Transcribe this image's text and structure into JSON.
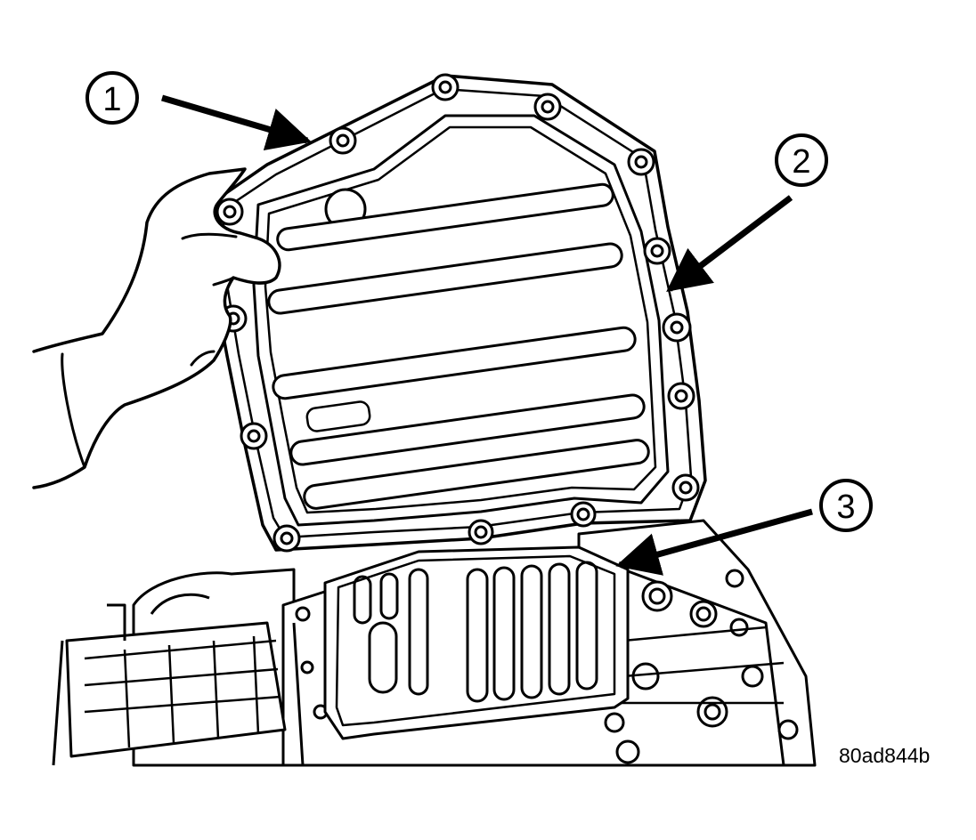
{
  "callouts": [
    {
      "label": "1"
    },
    {
      "label": "2"
    },
    {
      "label": "3"
    }
  ],
  "figure_id": "80ad844b",
  "colors": {
    "ink": "#000000",
    "paper": "#ffffff"
  }
}
